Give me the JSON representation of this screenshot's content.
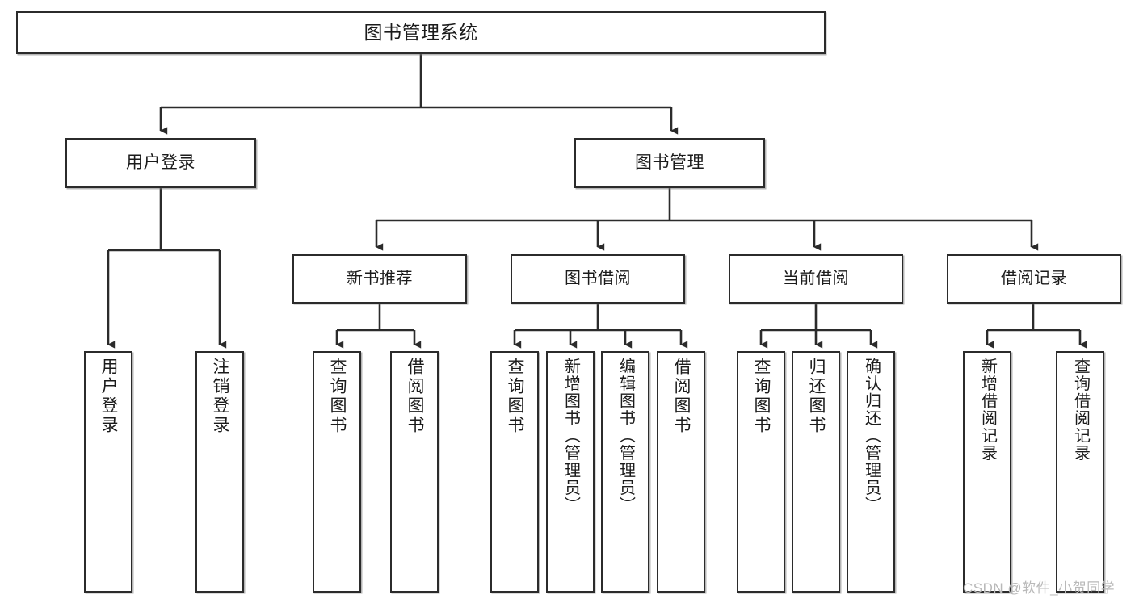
{
  "diagram": {
    "title": "图书管理系统",
    "type": "hierarchy-tree",
    "root": {
      "id": "root",
      "label": "图书管理系统"
    },
    "level2": [
      {
        "id": "user-login",
        "label": "用户登录"
      },
      {
        "id": "book-management",
        "label": "图书管理"
      }
    ],
    "level3": [
      {
        "id": "new-book-recommend",
        "label": "新书推荐",
        "parent": "book-management"
      },
      {
        "id": "book-borrow",
        "label": "图书借阅",
        "parent": "book-management"
      },
      {
        "id": "current-borrow",
        "label": "当前借阅",
        "parent": "book-management"
      },
      {
        "id": "borrow-record",
        "label": "借阅记录",
        "parent": "book-management"
      }
    ],
    "leaves": {
      "user-login": [
        {
          "id": "leaf-user-login",
          "label": "用户登录"
        },
        {
          "id": "leaf-logout-login",
          "label": "注销登录"
        }
      ],
      "new-book-recommend": [
        {
          "id": "leaf-query-book-1",
          "label": "查询图书"
        },
        {
          "id": "leaf-borrow-book-1",
          "label": "借阅图书"
        }
      ],
      "book-borrow": [
        {
          "id": "leaf-query-book-2",
          "label": "查询图书"
        },
        {
          "id": "leaf-add-book-admin",
          "label": "新增图书（管理员）"
        },
        {
          "id": "leaf-edit-book-admin",
          "label": "编辑图书（管理员）"
        },
        {
          "id": "leaf-borrow-book-2",
          "label": "借阅图书"
        }
      ],
      "current-borrow": [
        {
          "id": "leaf-query-book-3",
          "label": "查询图书"
        },
        {
          "id": "leaf-return-book",
          "label": "归还图书"
        },
        {
          "id": "leaf-confirm-return-admin",
          "label": "确认归还（管理员）"
        }
      ],
      "borrow-record": [
        {
          "id": "leaf-add-borrow-record",
          "label": "新增借阅记录"
        },
        {
          "id": "leaf-query-borrow-record",
          "label": "查询借阅记录"
        }
      ]
    }
  },
  "watermark": {
    "text": "CSDN @软件_小贺同学"
  },
  "colors": {
    "border": "#2b2b2b",
    "background": "#ffffff",
    "text": "#1b1b1b",
    "watermark": "#b9b9b9"
  }
}
